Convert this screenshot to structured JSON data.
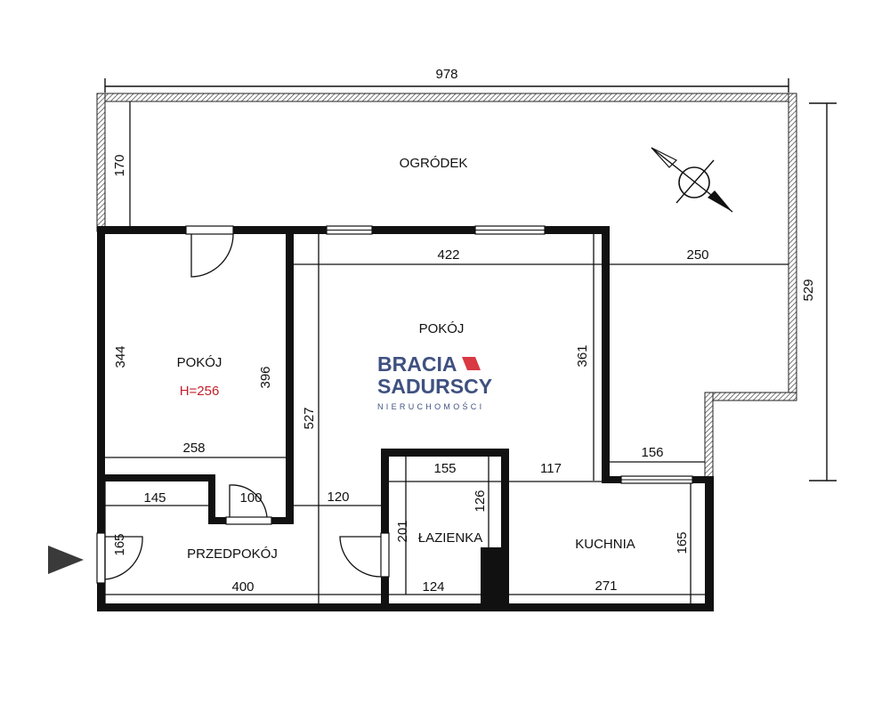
{
  "plan": {
    "rooms": {
      "garden": "OGRÓDEK",
      "room_left": "POKÓJ",
      "room_main": "POKÓJ",
      "hall": "PRZEDPOKÓJ",
      "bathroom": "ŁAZIENKA",
      "kitchen": "KUCHNIA"
    },
    "height_label": "H=256",
    "dimensions": {
      "top_total": "978",
      "right_total": "529",
      "garden_depth": "170",
      "left_room_height": "344",
      "left_room_inner": "396",
      "left_room_width": "258",
      "main_room_width": "422",
      "terrace_width": "250",
      "main_room_height": "361",
      "main_room_depth": "527",
      "hall_top_left": "145",
      "hall_door": "100",
      "hall_mid": "120",
      "hall_entry": "165",
      "hall_width": "400",
      "bath_width_top": "155",
      "bath_height": "126",
      "bath_door_h": "201",
      "bath_width": "124",
      "kitchen_top": "117",
      "kitchen_step": "156",
      "kitchen_width": "271",
      "kitchen_height": "165"
    },
    "logo": {
      "line1": "BRACIA",
      "line2": "SADURSCY",
      "tagline": "NIERUCHOMOŚCI"
    },
    "colors": {
      "wall": "#111111",
      "height_text": "#c0202a",
      "logo_text": "#2b3f73",
      "logo_accent": "#d4232e"
    }
  }
}
